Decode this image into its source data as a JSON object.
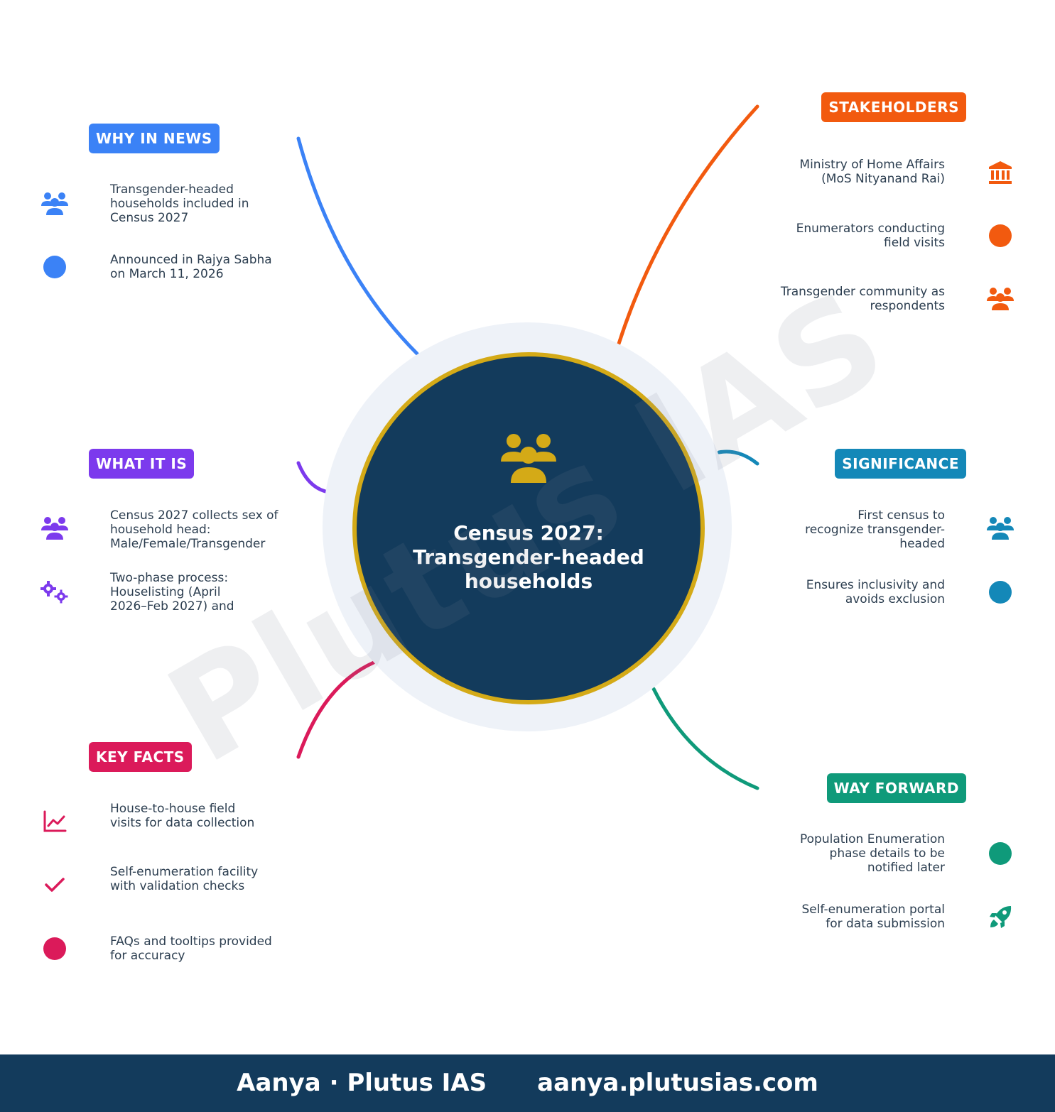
{
  "hub": {
    "title": "Census 2027: Transgender-headed households",
    "icon": "people-group-icon"
  },
  "watermark": "Plutus IAS",
  "colors": {
    "hub_bg": "#133b5c",
    "hub_ring": "#d4aa17",
    "why": "#3b82f6",
    "what": "#7c3aed",
    "key": "#db1a5a",
    "stakeholders": "#f25a0f",
    "significance": "#1488b8",
    "way": "#0f9a7a"
  },
  "sections": {
    "why_in_news": {
      "label": "WHY IN NEWS",
      "items": [
        {
          "text": "Transgender-headed households included in Census 2027",
          "icon": "people-group-icon"
        },
        {
          "text": "Announced in Rajya Sabha on March 11, 2026",
          "icon": "dot-icon"
        }
      ]
    },
    "what_it_is": {
      "label": "WHAT IT IS",
      "items": [
        {
          "text": "Census 2027 collects sex of household head: Male/Female/Transgender",
          "icon": "people-group-icon"
        },
        {
          "text": "Two-phase process: Houselisting (April 2026–Feb 2027) and",
          "icon": "gears-icon"
        }
      ]
    },
    "key_facts": {
      "label": "KEY FACTS",
      "items": [
        {
          "text": "House-to-house field visits for data collection",
          "icon": "line-chart-icon"
        },
        {
          "text": "Self-enumeration facility with validation checks",
          "icon": "check-icon"
        },
        {
          "text": "FAQs and tooltips provided for accuracy",
          "icon": "dot-icon"
        }
      ]
    },
    "stakeholders": {
      "label": "STAKEHOLDERS",
      "items": [
        {
          "text": "Ministry of Home Affairs (MoS Nityanand Rai)",
          "icon": "bank-icon"
        },
        {
          "text": "Enumerators conducting field visits",
          "icon": "dot-icon"
        },
        {
          "text": "Transgender community as respondents",
          "icon": "people-group-icon"
        }
      ]
    },
    "significance": {
      "label": "SIGNIFICANCE",
      "items": [
        {
          "text": "First census to recognize transgender-headed",
          "icon": "people-group-icon"
        },
        {
          "text": "Ensures inclusivity and avoids exclusion",
          "icon": "dot-icon"
        }
      ]
    },
    "way_forward": {
      "label": "WAY FORWARD",
      "items": [
        {
          "text": "Population Enumeration phase details to be notified later",
          "icon": "dot-icon"
        },
        {
          "text": "Self-enumeration portal for data submission",
          "icon": "rocket-icon"
        }
      ]
    }
  },
  "footer": {
    "brand": "Aanya · Plutus IAS",
    "url": "aanya.plutusias.com"
  }
}
